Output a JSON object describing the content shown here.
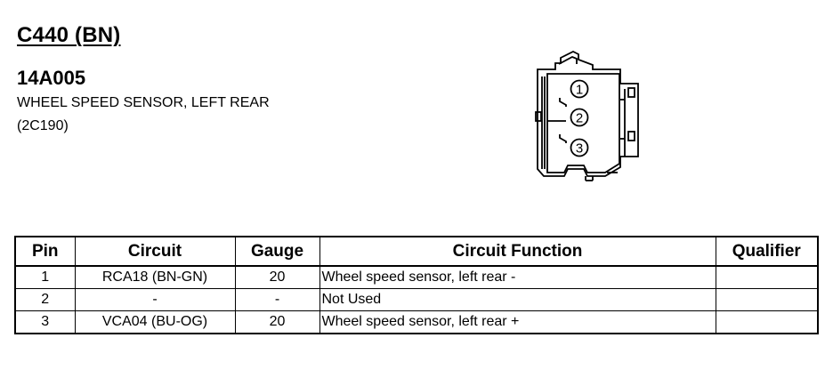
{
  "connector": {
    "id": "C440 (BN)",
    "part_number": "14A005",
    "description": "WHEEL SPEED SENSOR, LEFT REAR",
    "location": "(2C190)"
  },
  "diagram": {
    "pins": [
      "1",
      "2",
      "3"
    ]
  },
  "table": {
    "headers": {
      "pin": "Pin",
      "circuit": "Circuit",
      "gauge": "Gauge",
      "function": "Circuit Function",
      "qualifier": "Qualifier"
    },
    "rows": [
      {
        "pin": "1",
        "circuit": "RCA18 (BN-GN)",
        "gauge": "20",
        "function": "Wheel speed sensor, left rear -",
        "qualifier": ""
      },
      {
        "pin": "2",
        "circuit": "-",
        "gauge": "-",
        "function": "Not Used",
        "qualifier": ""
      },
      {
        "pin": "3",
        "circuit": "VCA04 (BU-OG)",
        "gauge": "20",
        "function": "Wheel speed sensor, left rear +",
        "qualifier": ""
      }
    ]
  }
}
